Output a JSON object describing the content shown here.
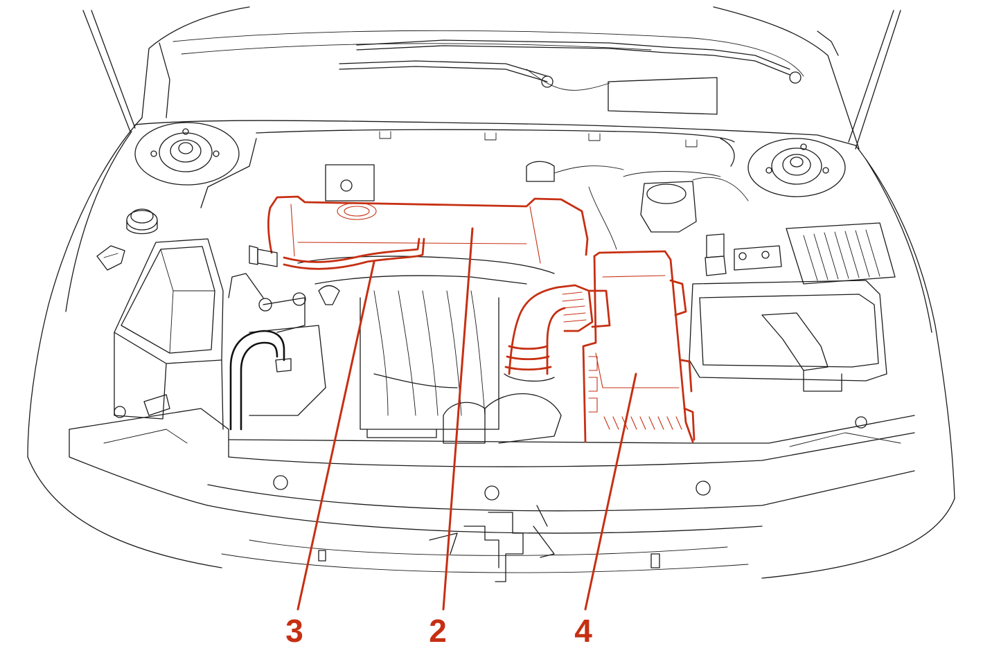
{
  "diagram": {
    "highlight_color": "#c62f12",
    "line_color": "#1a1a1a",
    "callouts": [
      {
        "id": "3",
        "label": "3",
        "part": "breather-hose"
      },
      {
        "id": "2",
        "label": "2",
        "part": "engine-cover"
      },
      {
        "id": "4",
        "label": "4",
        "part": "air-filter-housing"
      }
    ]
  }
}
